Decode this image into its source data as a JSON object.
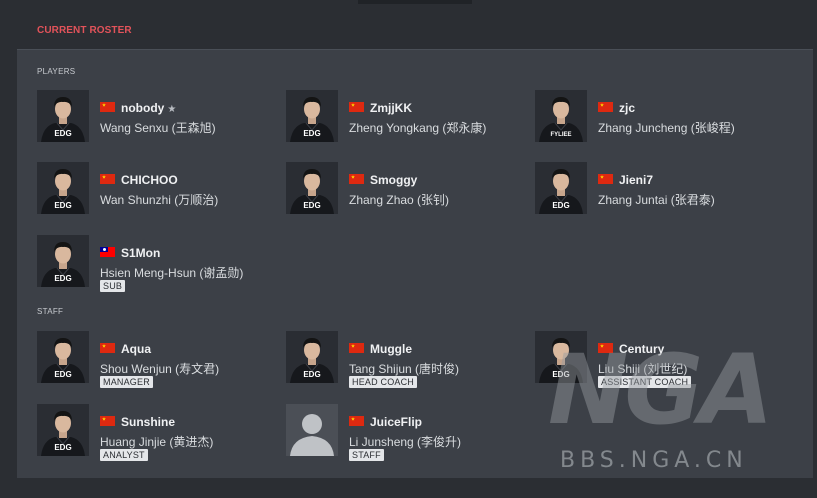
{
  "header": {
    "title": "CURRENT ROSTER"
  },
  "sections": {
    "players_label": "PLAYERS",
    "staff_label": "STAFF"
  },
  "players": [
    {
      "nick": "nobody",
      "captain": true,
      "name": "Wang Senxu (王森旭)",
      "flag": "cn",
      "jersey": "EDG",
      "role": ""
    },
    {
      "nick": "ZmjjKK",
      "name": "Zheng Yongkang (郑永康)",
      "flag": "cn",
      "jersey": "EDG",
      "role": ""
    },
    {
      "nick": "zjc",
      "name": "Zhang Juncheng (张峻程)",
      "flag": "cn",
      "jersey": "FYLIEE",
      "role": ""
    },
    {
      "nick": "CHICHOO",
      "name": "Wan Shunzhi (万顺治)",
      "flag": "cn",
      "jersey": "EDG",
      "role": ""
    },
    {
      "nick": "Smoggy",
      "name": "Zhang Zhao (张钊)",
      "flag": "cn",
      "jersey": "EDG",
      "role": ""
    },
    {
      "nick": "Jieni7",
      "name": "Zhang Juntai (张君泰)",
      "flag": "cn",
      "jersey": "EDG",
      "role": ""
    },
    {
      "nick": "S1Mon",
      "name": "Hsien Meng-Hsun (谢孟勋)",
      "flag": "tw",
      "jersey": "EDG",
      "role": "SUB"
    }
  ],
  "staff": [
    {
      "nick": "Aqua",
      "name": "Shou Wenjun (寿文君)",
      "flag": "cn",
      "jersey": "EDG",
      "role": "MANAGER"
    },
    {
      "nick": "Muggle",
      "name": "Tang Shijun (唐时俊)",
      "flag": "cn",
      "jersey": "EDG",
      "role": "HEAD COACH"
    },
    {
      "nick": "Century",
      "name": "Liu Shiji (刘世纪)",
      "flag": "cn",
      "jersey": "EDG",
      "role": "ASSISTANT COACH"
    },
    {
      "nick": "Sunshine",
      "name": "Huang Jinjie (黄进杰)",
      "flag": "cn",
      "jersey": "EDG",
      "role": "ANALYST"
    },
    {
      "nick": "JuiceFlip",
      "name": "Li Junsheng (李俊升)",
      "flag": "cn",
      "jersey": "",
      "role": "STAFF",
      "placeholder_avatar": true
    }
  ],
  "watermark": {
    "logo": "NGA",
    "url": "BBS.NGA.CN"
  },
  "colors": {
    "accent": "#e2535a",
    "panel": "#3c4047",
    "background": "#2b2e33"
  }
}
